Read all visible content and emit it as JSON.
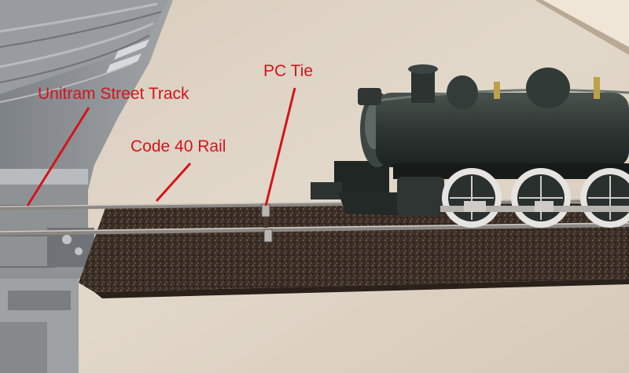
{
  "annotations": [
    {
      "id": "unitram",
      "text": "Unitram Street Track"
    },
    {
      "id": "code40",
      "text": "Code 40 Rail"
    },
    {
      "id": "pctie",
      "text": "PC Tie"
    }
  ],
  "colors": {
    "label": "#d4141c",
    "board": "#ddd2c3",
    "ballast": "#3a2e26",
    "rail": "#8a8580",
    "street_track": "#8d9194",
    "locomotive": "#2c322f"
  }
}
